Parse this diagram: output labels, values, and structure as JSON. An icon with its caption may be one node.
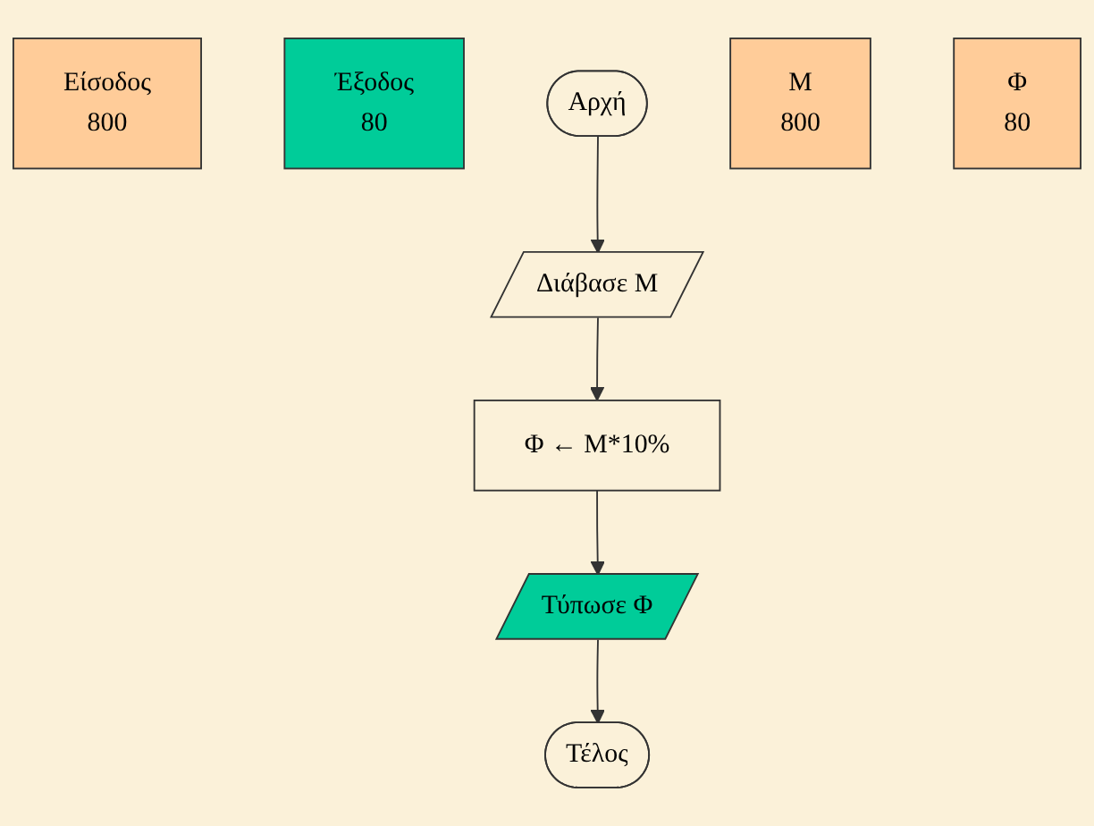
{
  "diagram": {
    "nodes": [
      {
        "text": [
          "Αρχή"
        ]
      },
      {
        "text": [
          "Διάβασε Μ"
        ]
      },
      {
        "text": [
          "Φ ← Μ*10%"
        ]
      },
      {
        "text": [
          "Τύπωσε Φ"
        ]
      },
      {
        "text": [
          "Τέλος"
        ]
      },
      {
        "text": [
          "Είσοδος",
          "800"
        ]
      },
      {
        "text": [
          "Έξοδος",
          "80"
        ]
      },
      {
        "text": [
          "Μ",
          "800"
        ]
      },
      {
        "text": [
          "Φ",
          "80"
        ]
      }
    ],
    "edges": [
      {
        "from": 0,
        "to": 1,
        "arrow": "to"
      },
      {
        "from": 1,
        "to": 2,
        "arrow": "to"
      },
      {
        "from": 2,
        "to": 3,
        "arrow": "to"
      },
      {
        "from": 3,
        "to": 4,
        "arrow": "to"
      }
    ]
  }
}
